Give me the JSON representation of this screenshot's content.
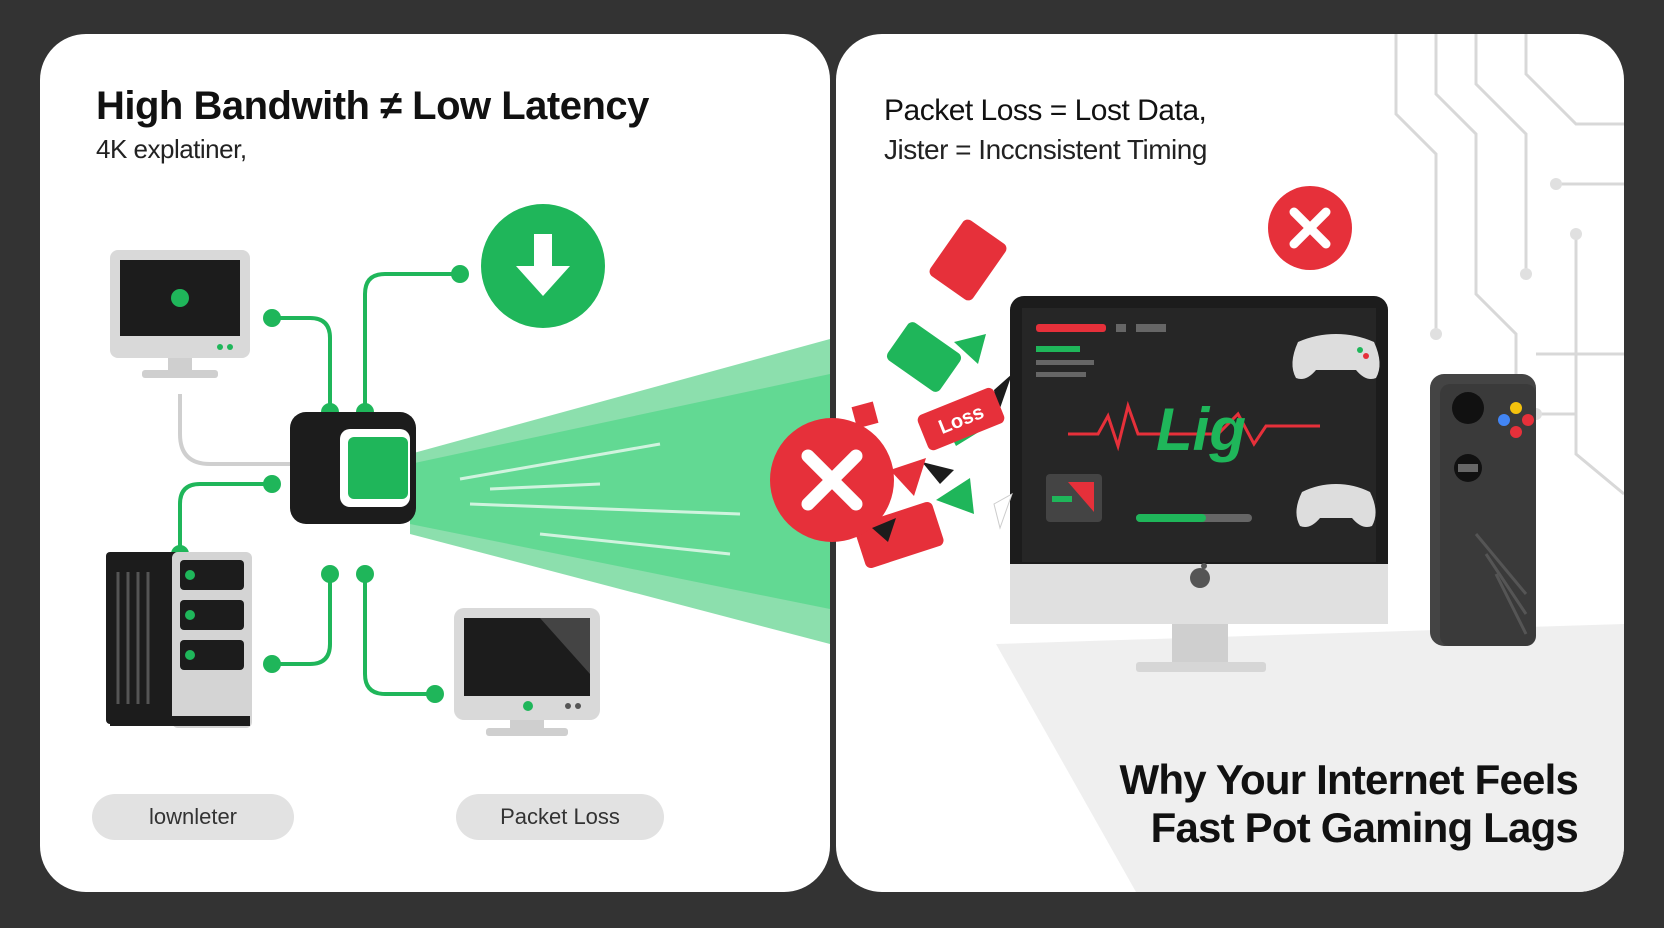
{
  "left": {
    "title": "High Bandwith ≠ Low Latency",
    "subtitle": "4K explatiner,",
    "label_1": "lownleter",
    "label_2": "Packet Loss"
  },
  "right": {
    "title_line_1": "Packet Loss = Lost Data,",
    "title_line_2": "Jister = Inccnsistent Timing",
    "screen_word": "Lig",
    "loss_tag": "Loss",
    "headline_line_1": "Why Your Internet Feels",
    "headline_line_2": "Fast Pot Gaming Lags"
  },
  "colors": {
    "green": "#1fb65a",
    "red": "#e6303a",
    "dark": "#1c1c1c"
  },
  "icons": [
    "monitor-icon",
    "server-icon",
    "router-icon",
    "download-arrow-icon",
    "close-x-icon",
    "gamepad-icon",
    "apple-logo-icon",
    "game-console-icon"
  ]
}
